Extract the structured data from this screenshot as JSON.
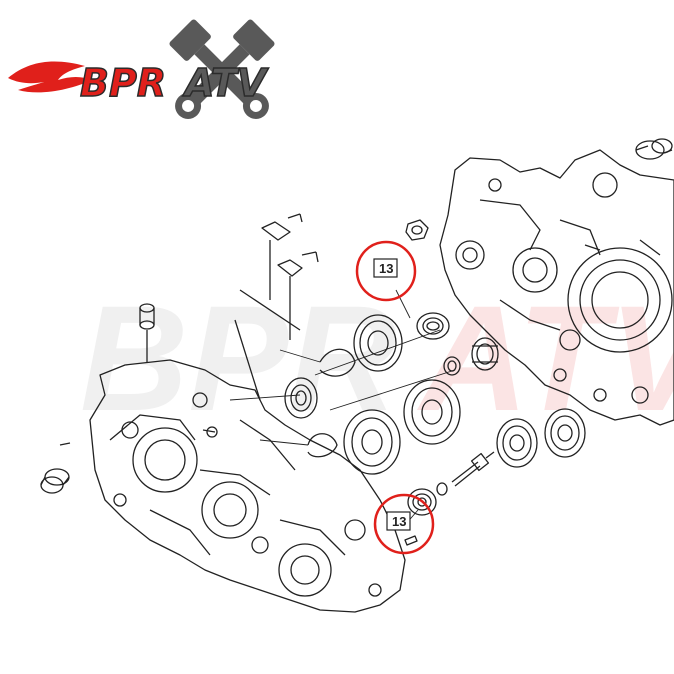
{
  "logo": {
    "text_prefix": "BPR",
    "text_suffix": "ATV",
    "colors": {
      "red": "#e0201b",
      "dark": "#5a5a5a",
      "outline": "#2b2b2b"
    }
  },
  "watermark": {
    "text": "BPRATV",
    "colors": {
      "gray": "#efefef",
      "pink": "#fbe3e3"
    }
  },
  "callouts": [
    {
      "label": "13",
      "circle_color": "#e0201b"
    },
    {
      "label": "13",
      "circle_color": "#e0201b"
    }
  ],
  "diagram": {
    "line_color": "#222222"
  }
}
